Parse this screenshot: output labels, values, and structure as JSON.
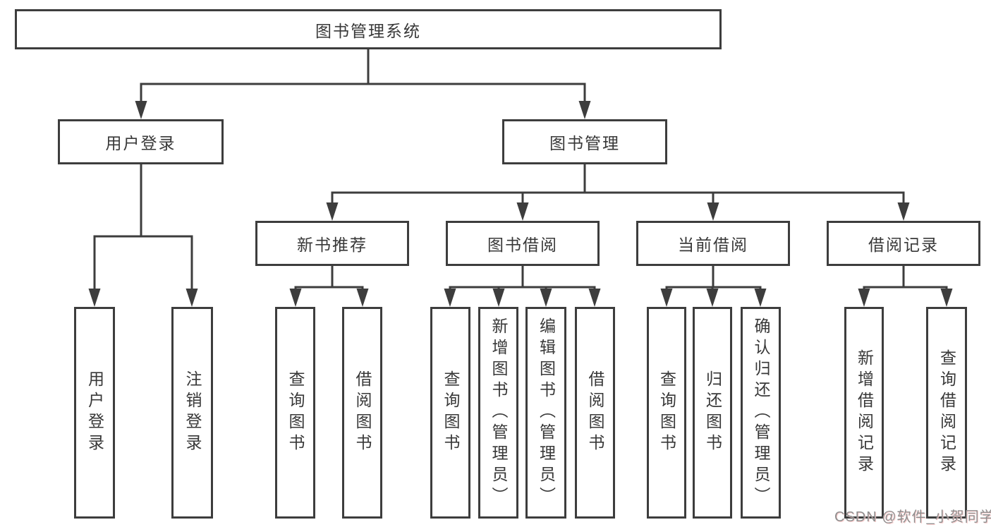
{
  "nodes": {
    "root": "图书管理系统",
    "user_login": "用户登录",
    "book_mgmt": "图书管理",
    "new_book_rec": "新书推荐",
    "book_borrow": "图书借阅",
    "current_borrow": "当前借阅",
    "borrow_record": "借阅记录",
    "ul_user_login": "用户登录",
    "ul_logout": "注销登录",
    "nb_query": "查询图书",
    "nb_borrow": "借阅图书",
    "bb_query": "查询图书",
    "bb_add": "新增图书（管理员）",
    "bb_edit": "编辑图书（管理员）",
    "bb_borrow": "借阅图书",
    "cb_query": "查询图书",
    "cb_return": "归还图书",
    "cb_confirm": "确认归还（管理员）",
    "br_add": "新增借阅记录",
    "br_query": "查询借阅记录"
  },
  "watermark": "CSDN @软件_小贺同学",
  "colors": {
    "line": "#3d3d3d",
    "text": "#383838",
    "watermark_text": "#8f8f8f",
    "background": "#ffffff"
  }
}
